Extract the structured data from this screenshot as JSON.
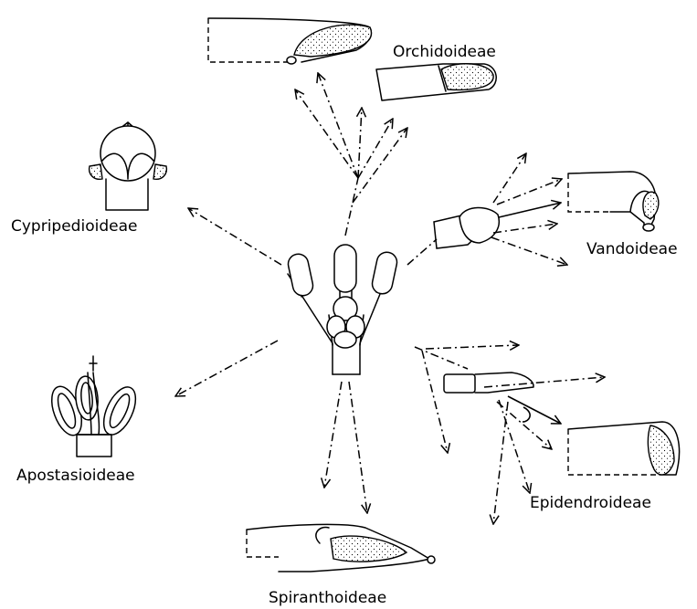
{
  "labels": {
    "orchidoideae": "Orchidoideae",
    "cypripedioideae": "Cypripedioideae",
    "vandoideae": "Vandoideae",
    "apostasioideae": "Apostasioideae",
    "epidendroideae": "Epidendroideae",
    "spiranthoideae": "Spiranthoideae"
  }
}
